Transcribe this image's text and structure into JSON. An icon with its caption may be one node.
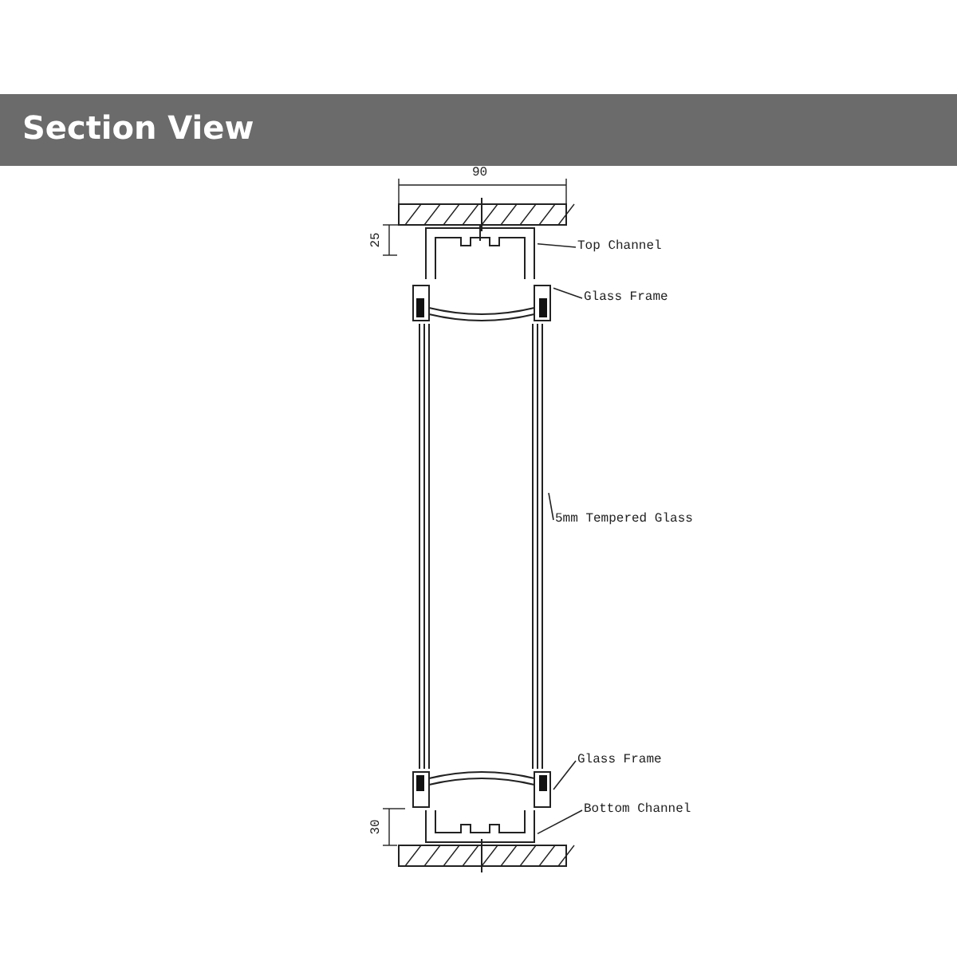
{
  "diagram": {
    "title": "Section View",
    "nodes": [
      {
        "text": [
          "Top Channel"
        ]
      },
      {
        "text": [],
        "shape": "picture"
      },
      {
        "text": [
          "Glass Frame"
        ]
      },
      {
        "text": [],
        "shape": "picture"
      },
      {
        "text": [
          "5mm Tempered Glass"
        ]
      },
      {
        "text": [],
        "shape": "picture"
      },
      {
        "text": [
          "Glass Frame"
        ]
      },
      {
        "text": [],
        "shape": "picture"
      },
      {
        "text": [
          "Bottom Channel"
        ]
      },
      {
        "text": [],
        "shape": "picture"
      }
    ],
    "edges": [
      {
        "from": 0,
        "to": 1,
        "arrow": "none"
      },
      {
        "from": 2,
        "to": 3,
        "arrow": "none"
      },
      {
        "from": 4,
        "to": 5,
        "arrow": "none"
      },
      {
        "from": 6,
        "to": 7,
        "arrow": "none"
      },
      {
        "from": 8,
        "to": 9,
        "arrow": "none"
      }
    ],
    "labels": [
      "90",
      "25",
      "30"
    ]
  }
}
